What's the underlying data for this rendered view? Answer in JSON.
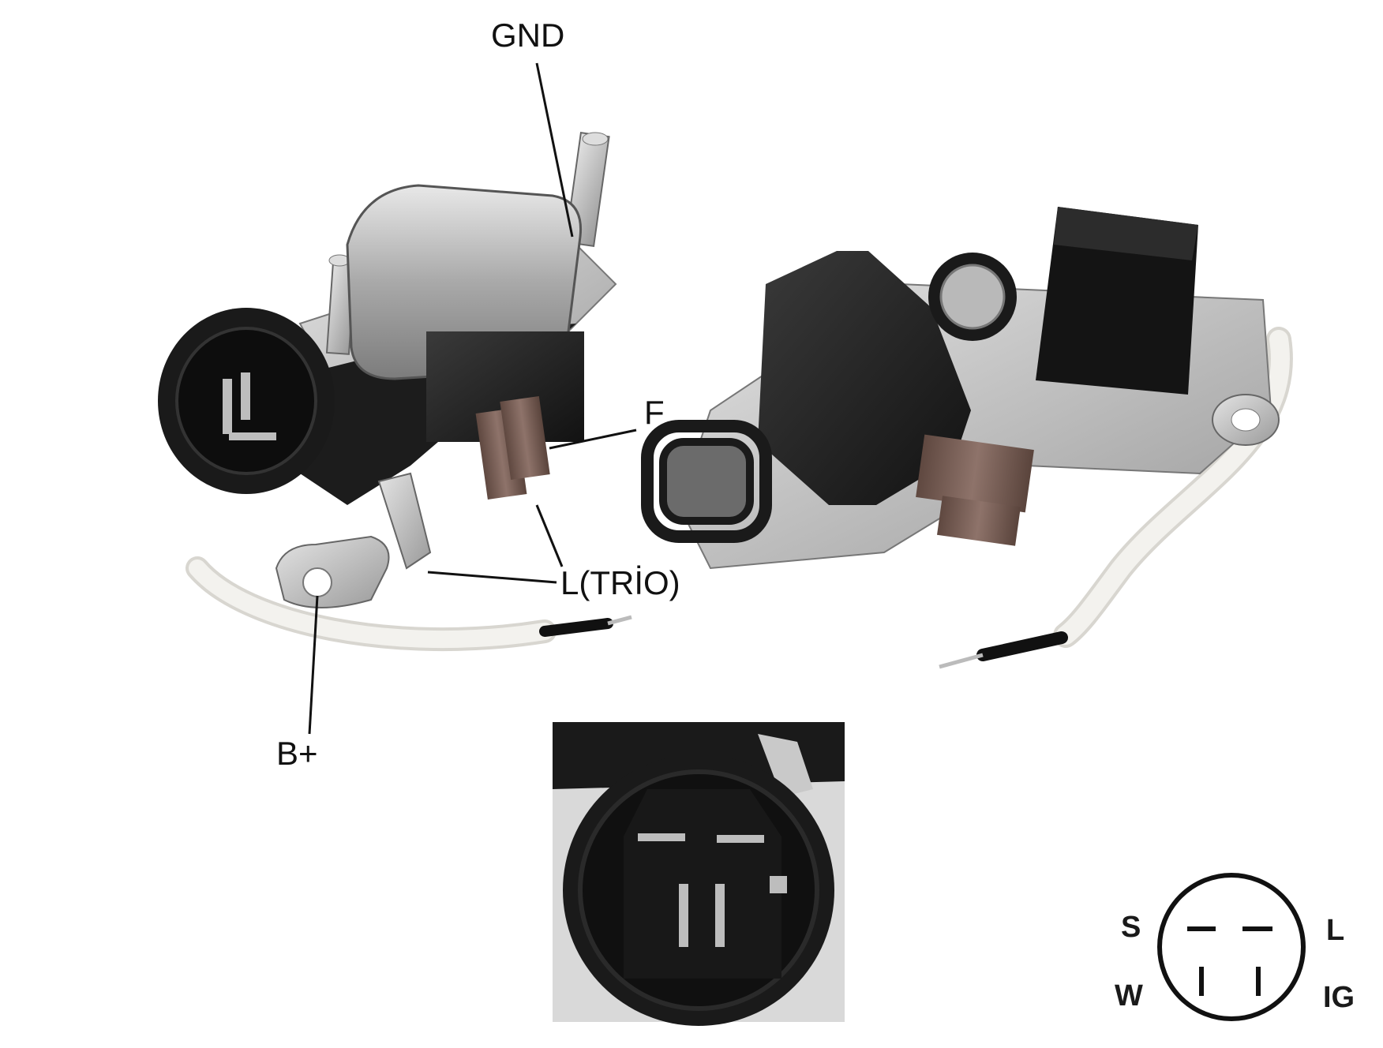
{
  "callouts": {
    "gnd": "GND",
    "f": "F",
    "l_trio": "L(TRİO)",
    "b_plus": "B+"
  },
  "connector_pinout": {
    "top_left": "S",
    "top_right": "L",
    "bottom_left": "W",
    "bottom_right": "IG"
  },
  "colors": {
    "plastic": "#1c1c1c",
    "metal": "#c4c4c4",
    "brush": "#7a5f55",
    "sleeve": "#f1f0ec",
    "ink": "#111111"
  }
}
